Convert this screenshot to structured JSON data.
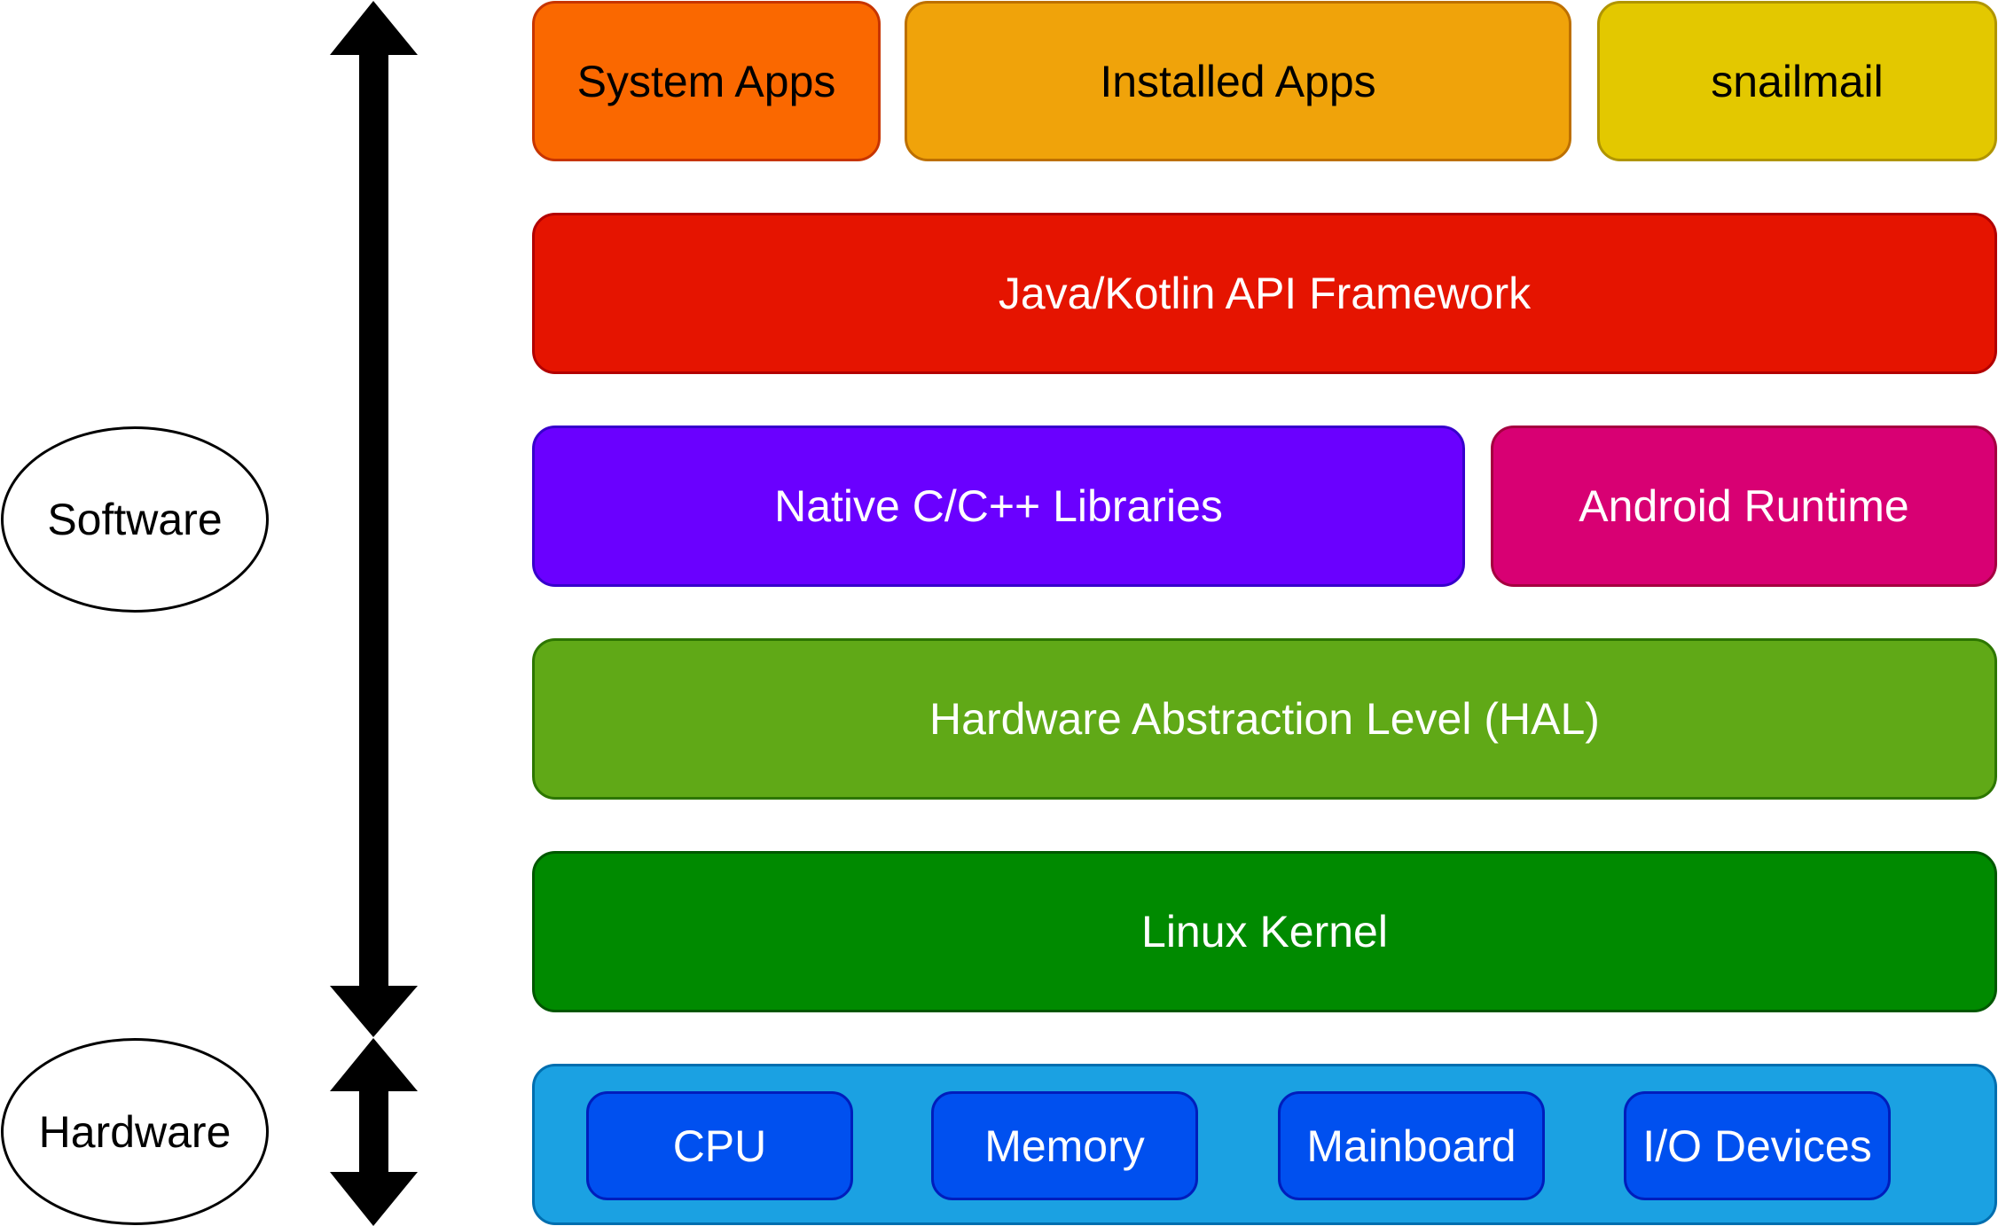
{
  "diagram": {
    "title": "Android software stack",
    "side_labels": {
      "software": "Software",
      "hardware": "Hardware"
    },
    "arrows": [
      {
        "name": "software-span-arrow",
        "direction": "bidirectional",
        "spans": "Software"
      },
      {
        "name": "hardware-span-arrow",
        "direction": "bidirectional",
        "spans": "Hardware"
      }
    ],
    "layers": {
      "applications": {
        "system_apps": "System Apps",
        "installed_apps": "Installed Apps",
        "snailmail": "snailmail"
      },
      "framework": "Java/Kotlin API Framework",
      "native_libraries": "Native C/C++ Libraries",
      "android_runtime": "Android Runtime",
      "hal": "Hardware Abstraction Level (HAL)",
      "kernel": "Linux Kernel",
      "hardware": {
        "components": [
          "CPU",
          "Memory",
          "Mainboard",
          "I/O Devices"
        ]
      }
    },
    "colors": {
      "system_apps": "#fa6800",
      "installed_apps": "#f0a30a",
      "snailmail": "#e3c800",
      "framework": "#e51400",
      "native_libraries": "#6a00ff",
      "android_runtime": "#d80073",
      "hal": "#60a917",
      "kernel": "#008a00",
      "hardware_layer": "#1ba1e2",
      "hardware_component": "#0050ef",
      "arrow": "#000000"
    }
  }
}
